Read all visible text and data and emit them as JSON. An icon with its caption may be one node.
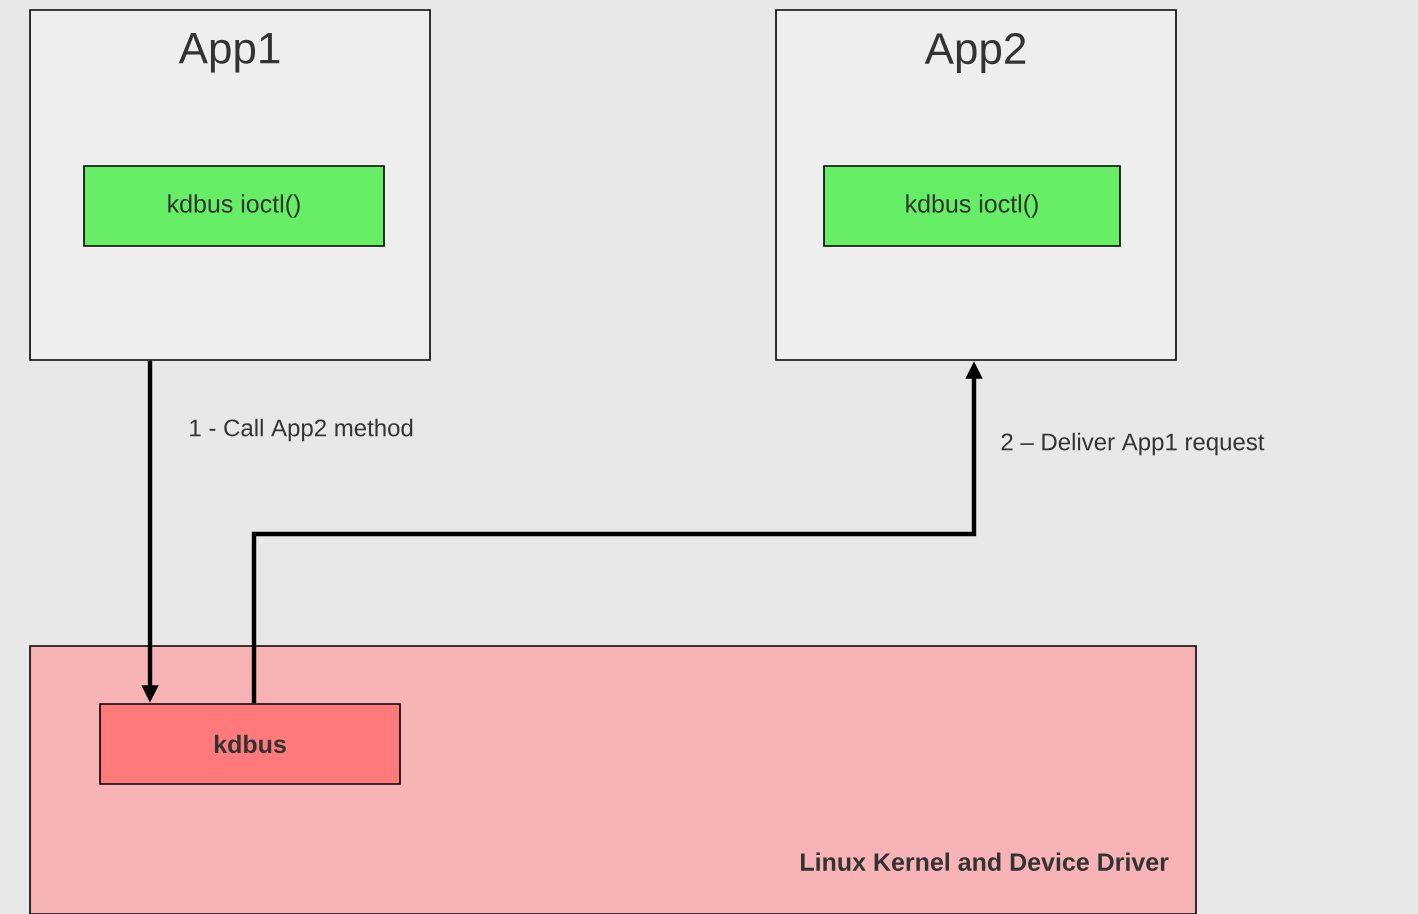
{
  "diagram": {
    "nodes": [
      {
        "text": [
          "App1"
        ]
      },
      {
        "text": [
          "kdbus ioctl()"
        ],
        "in": 0
      },
      {
        "text": [
          "App2"
        ]
      },
      {
        "text": [
          "kdbus ioctl()"
        ],
        "in": 2
      },
      {
        "text": [
          "Linux Kernel and Device Driver"
        ]
      },
      {
        "text": [
          "kdbus"
        ],
        "in": 4
      }
    ],
    "edges": [
      {
        "from": 0,
        "to": 5,
        "arrow": "to",
        "label": "1 - Call App2 method"
      },
      {
        "from": 5,
        "to": 2,
        "arrow": "to",
        "label": "2 – Deliver App1 request"
      }
    ]
  }
}
